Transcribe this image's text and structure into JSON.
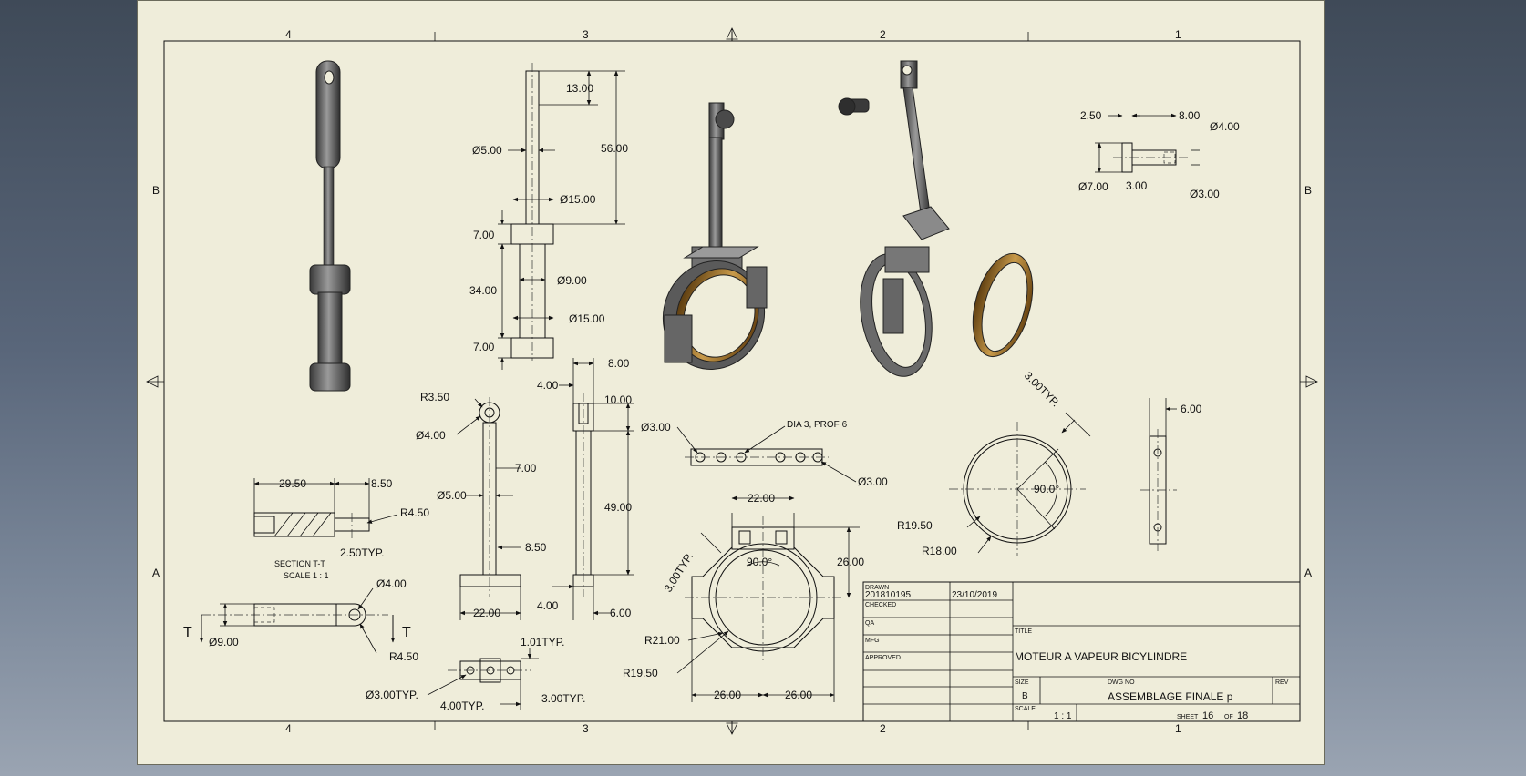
{
  "sheet": {
    "zones_top": [
      "4",
      "3",
      "2",
      "1"
    ],
    "zones_side": [
      "B",
      "A"
    ]
  },
  "section": {
    "title": "SECTION T-T",
    "scale": "SCALE 1 : 1",
    "cut_label": "T"
  },
  "dims": {
    "rod_13": "13.00",
    "rod_56": "56.00",
    "rod_d5": "Ø5.00",
    "rod_d15a": "Ø15.00",
    "rod_7a": "7.00",
    "rod_34": "34.00",
    "rod_d9": "Ø9.00",
    "rod_d15b": "Ø15.00",
    "rod_7b": "7.00",
    "pin_250": "2.50",
    "pin_800": "8.00",
    "pin_d4": "Ø4.00",
    "pin_d7": "Ø7.00",
    "pin_300": "3.00",
    "pin_d3": "Ø3.00",
    "sec_2950": "29.50",
    "sec_850": "8.50",
    "sec_r450": "R4.50",
    "sec_250typ": "2.50TYP.",
    "arm_r350": "R3.50",
    "arm_d400": "Ø4.00",
    "arm_700": "7.00",
    "arm_d500": "Ø5.00",
    "arm_850": "8.50",
    "arm_2200": "22.00",
    "fork_400a": "4.00",
    "fork_800": "8.00",
    "fork_1000": "10.00",
    "fork_4900": "49.00",
    "fork_400b": "4.00",
    "fork_600": "6.00",
    "strip_d3a": "Ø3.00",
    "strip_dia": "DIA 3, PROF 6",
    "strip_d3b": "Ø3.00",
    "bot_d400": "Ø4.00",
    "bot_d900": "Ø9.00",
    "bot_r450": "R4.50",
    "blk_101": "1.01TYP.",
    "blk_d300": "Ø3.00TYP.",
    "blk_400": "4.00TYP.",
    "blk_300": "3.00TYP.",
    "big_2200": "22.00",
    "big_300typ": "3.00TYP.",
    "big_90": "90.0°",
    "big_2600v": "26.00",
    "big_r2100": "R21.00",
    "big_r1950": "R19.50",
    "big_2600a": "26.00",
    "big_2600b": "26.00",
    "ring_300typ": "3.00TYP.",
    "ring_90": "90.0°",
    "ring_r1950": "R19.50",
    "ring_r1800": "R18.00",
    "rs_600": "6.00"
  },
  "title_block": {
    "drawn_label": "DRAWN",
    "drawn_by": "201810195",
    "drawn_date": "23/10/2019",
    "checked_label": "CHECKED",
    "qa_label": "QA",
    "mfg_label": "MFG",
    "approved_label": "APPROVED",
    "title_label": "TITLE",
    "title": "MOTEUR A VAPEUR BICYLINDRE",
    "size_label": "SIZE",
    "size": "B",
    "dwg_label": "DWG NO",
    "dwg_no": "ASSEMBLAGE FINALE p",
    "rev_label": "REV",
    "scale_label": "SCALE",
    "scale": "1 : 1",
    "sheet_word": "SHEET",
    "sheet_no": "16",
    "of_word": "OF",
    "sheet_total": "18"
  },
  "colors": {
    "paper": "#efedda",
    "metal": "#6a6a6a",
    "bronze": "#a8782c",
    "line": "#111111"
  }
}
